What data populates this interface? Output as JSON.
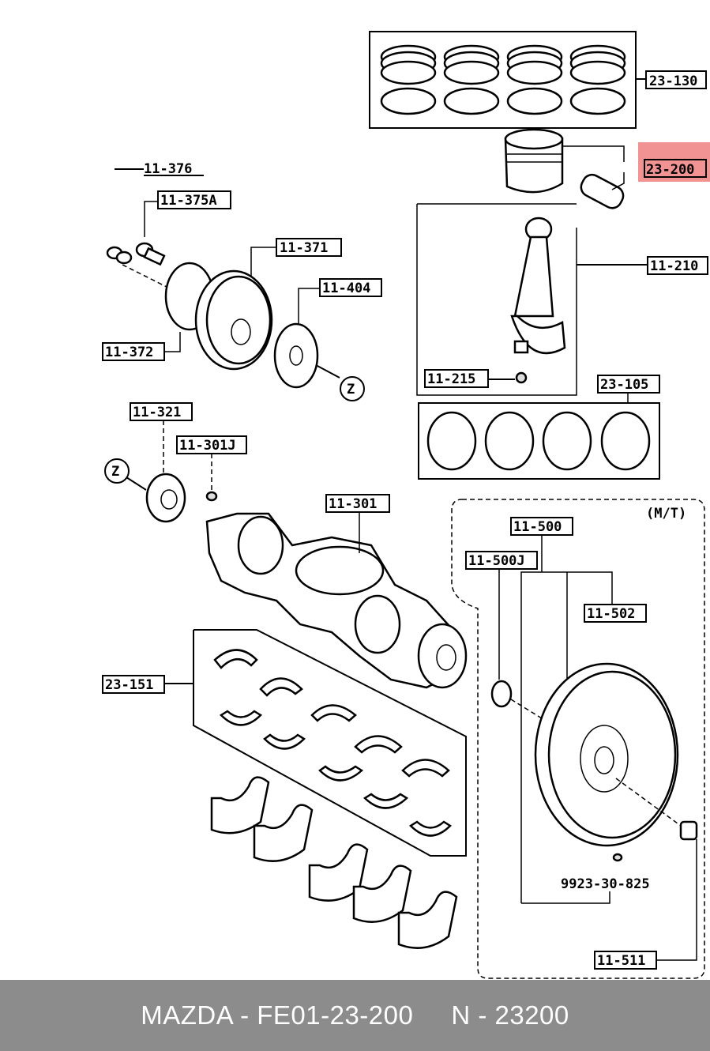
{
  "callouts": {
    "c23130": "23-130",
    "c23200": "23-200",
    "c11376": "11-376",
    "c11375A": "11-375A",
    "c11371": "11-371",
    "c11404": "11-404",
    "c11372": "11-372",
    "c11210": "11-210",
    "c11215": "11-215",
    "c23105": "23-105",
    "c11321": "11-321",
    "c11301J": "11-301J",
    "c11301": "11-301",
    "c11500": "11-500",
    "c11500J": "11-500J",
    "c11502": "11-502",
    "c23151": "23-151",
    "c992330825": "9923-30-825",
    "c11511": "11-511",
    "mt": "(M/T)",
    "z1": "Z",
    "z2": "Z"
  },
  "highlight": {
    "part": "23-200",
    "color": "#f08080"
  },
  "footer": {
    "part_number": "MAZDA - FE01-23-200",
    "code": "N - 23200"
  }
}
